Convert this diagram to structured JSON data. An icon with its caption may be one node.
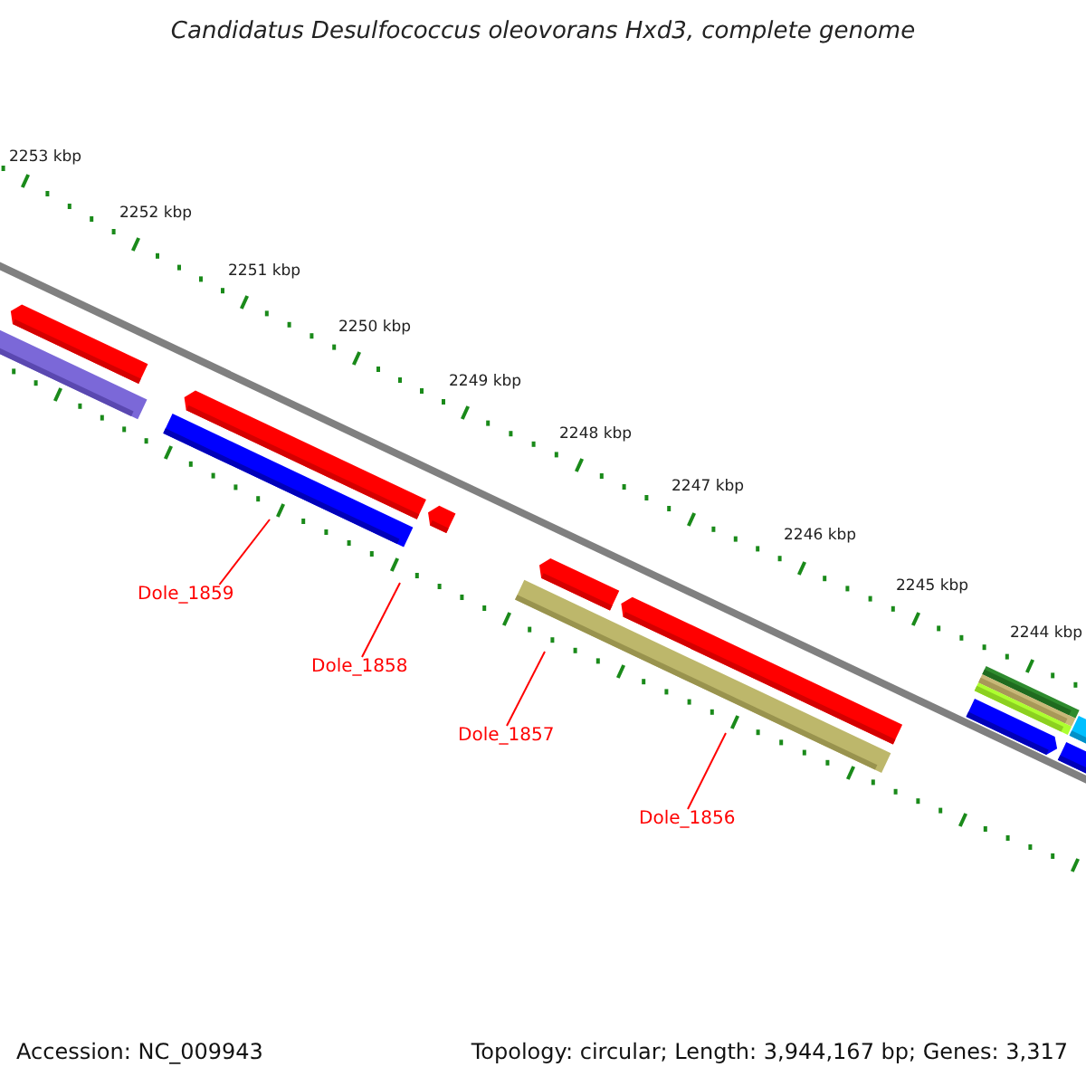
{
  "diagram": {
    "title": "Candidatus Desulfococcus oleovorans Hxd3, complete genome",
    "nodes": [
      {
        "text": [
          "Dole_1859"
        ]
      },
      {
        "text": [
          "Dole_1858"
        ]
      },
      {
        "text": [
          "Dole_1857"
        ]
      },
      {
        "text": [
          "Dole_1856"
        ]
      }
    ],
    "edges": [
      {
        "from": 0,
        "to": null,
        "arrow": "none"
      },
      {
        "from": 1,
        "to": null,
        "arrow": "none"
      },
      {
        "from": 2,
        "to": null,
        "arrow": "none"
      },
      {
        "from": 3,
        "to": null,
        "arrow": "none"
      }
    ],
    "labels": [
      "2253 kbp",
      "2252 kbp",
      "2251 kbp",
      "2250 kbp",
      "2249 kbp",
      "2248 kbp",
      "2247 kbp",
      "2246 kbp",
      "2245 kbp",
      "2244 kbp",
      "Accession: NC_009943",
      "Topology: circular; Length: 3,944,167 bp; Genes: 3,317"
    ]
  }
}
